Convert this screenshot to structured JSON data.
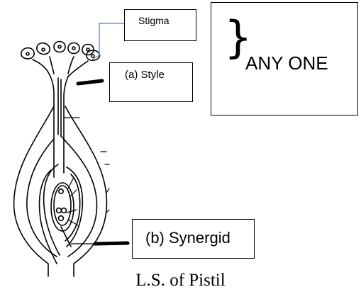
{
  "labels": {
    "stigma": "Stigma",
    "style": "(a) Style",
    "any_one": "ANY ONE",
    "synergid": "(b) Synergid"
  },
  "caption": "L.S. of Pistil"
}
